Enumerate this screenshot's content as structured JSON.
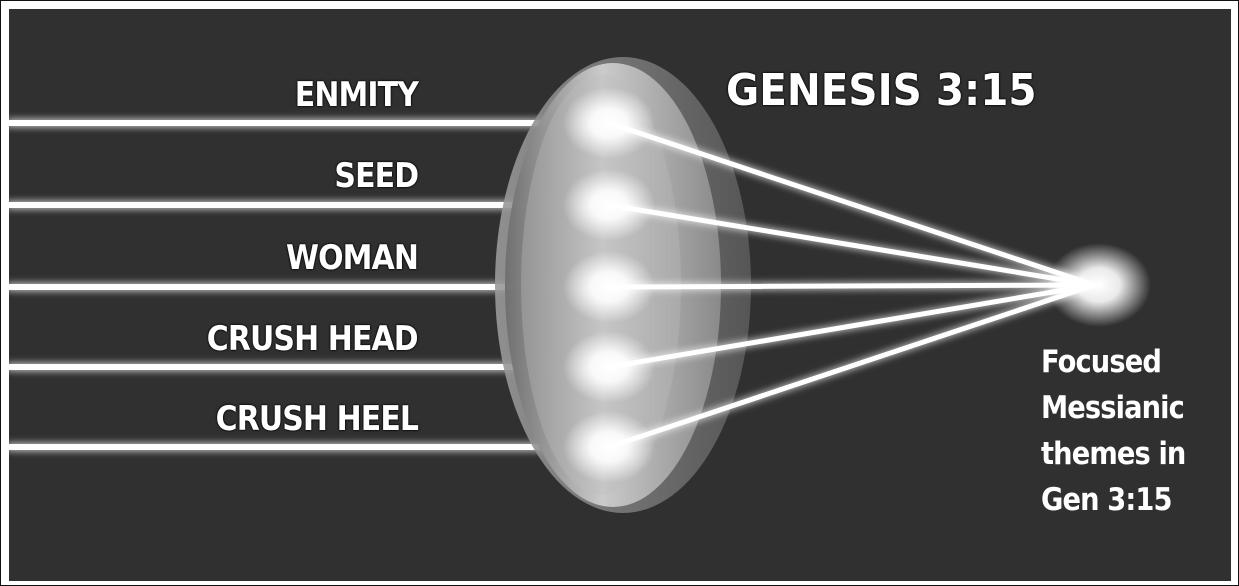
{
  "title": "GENESIS 3:15",
  "themes": [
    {
      "label": "ENMITY"
    },
    {
      "label": "SEED"
    },
    {
      "label": "WOMAN"
    },
    {
      "label": "CRUSH HEAD"
    },
    {
      "label": "CRUSH HEEL"
    }
  ],
  "caption": {
    "line1": "Focused",
    "line2": "Messianic",
    "line3": "themes in",
    "line4": "Gen 3:15"
  },
  "colors": {
    "background": "#303030",
    "beam": "#ffffff",
    "lens": "#a9a9a9"
  }
}
